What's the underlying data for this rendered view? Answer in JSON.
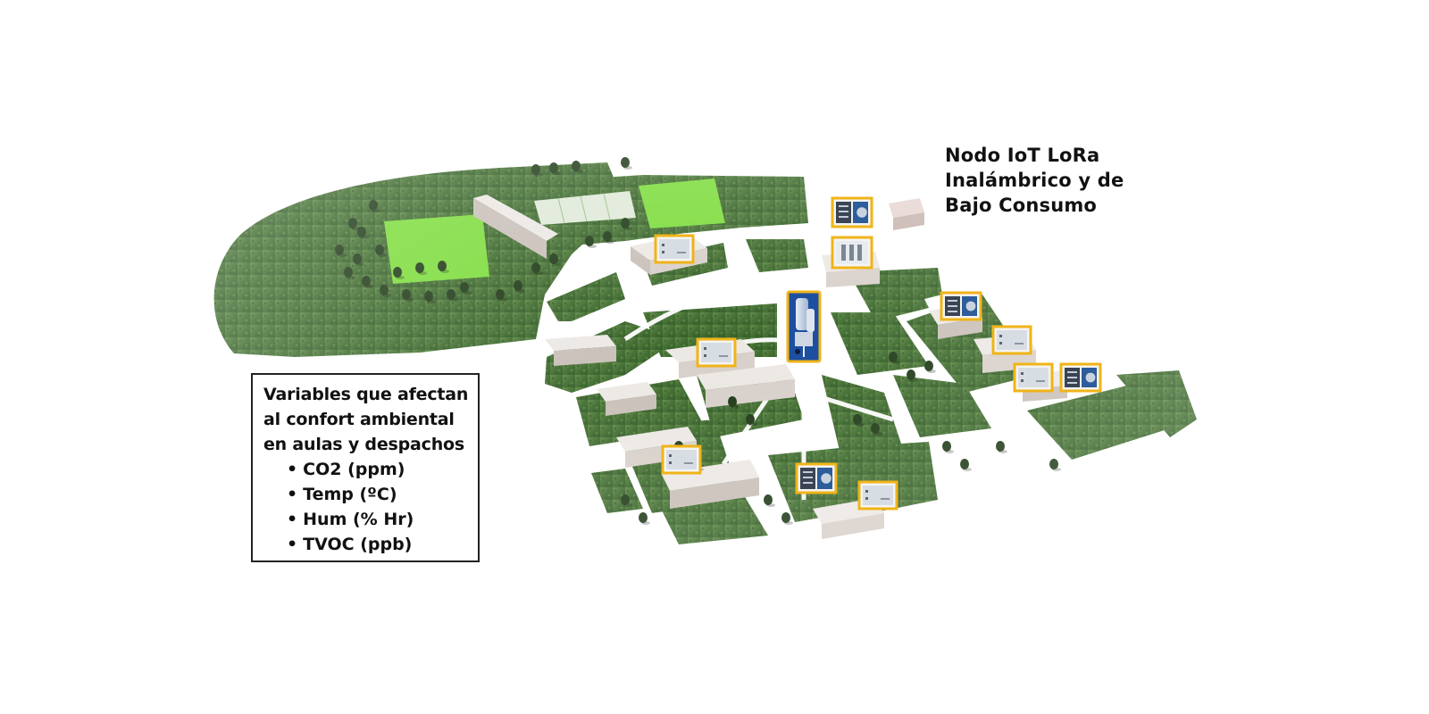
{
  "node_label": {
    "lines": [
      "Nodo IoT LoRa",
      "Inalámbrico y de",
      "Bajo Consumo"
    ]
  },
  "variables_box": {
    "heading_lines": [
      "Variables que afectan",
      "al  confort  ambiental",
      "en aulas y despachos"
    ],
    "items": [
      "CO2 (ppm)",
      "Temp (ºC)",
      "Hum (% Hr)",
      "TVOC (ppb)"
    ],
    "bullet": "•"
  },
  "colors": {
    "grass": "#3f6b2e",
    "grass_dark": "#2c4f22",
    "grass_light": "#6a9a4a",
    "sports_field": "#7ddc3c",
    "building_wall": "#cfc6c0",
    "building_roof": "#ece8e4",
    "node_border": "#f0b419",
    "node_panel": "#d8dde4",
    "node_panel_dark": "#2d5d9a",
    "gateway": "#1d4fa0"
  },
  "icons": {
    "sensor_node": "sensor-node-icon",
    "gateway": "lora-gateway-icon",
    "tree": "tree-icon"
  }
}
